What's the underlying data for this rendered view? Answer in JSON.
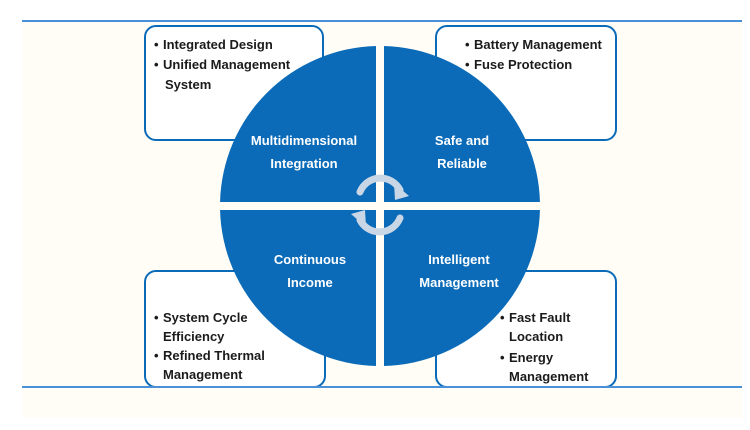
{
  "diagram": {
    "colors": {
      "accent": "#0b6bb8",
      "rule": "#4a90d9",
      "arrow": "#c8d6e5",
      "text": "#1b1b1b"
    },
    "quadrants": [
      {
        "id": "top-left",
        "title_lines": [
          "Multidimensional",
          "Integration"
        ]
      },
      {
        "id": "top-right",
        "title_lines": [
          "Safe and",
          "Reliable"
        ]
      },
      {
        "id": "bottom-left",
        "title_lines": [
          "Continuous",
          "Income"
        ]
      },
      {
        "id": "bottom-right",
        "title_lines": [
          "Intelligent",
          "Management"
        ]
      }
    ],
    "cards": {
      "top_left": [
        "Integrated Design",
        "Unified Management",
        "System"
      ],
      "top_right": [
        "Battery Management",
        "Fuse Protection"
      ],
      "bottom_left": [
        "System Cycle",
        "Efficiency",
        "Refined Thermal",
        "Management"
      ],
      "bottom_right": [
        "Fast Fault",
        "Location",
        "Energy",
        "Management"
      ]
    },
    "center_icon": "cycle-arrows-icon"
  }
}
